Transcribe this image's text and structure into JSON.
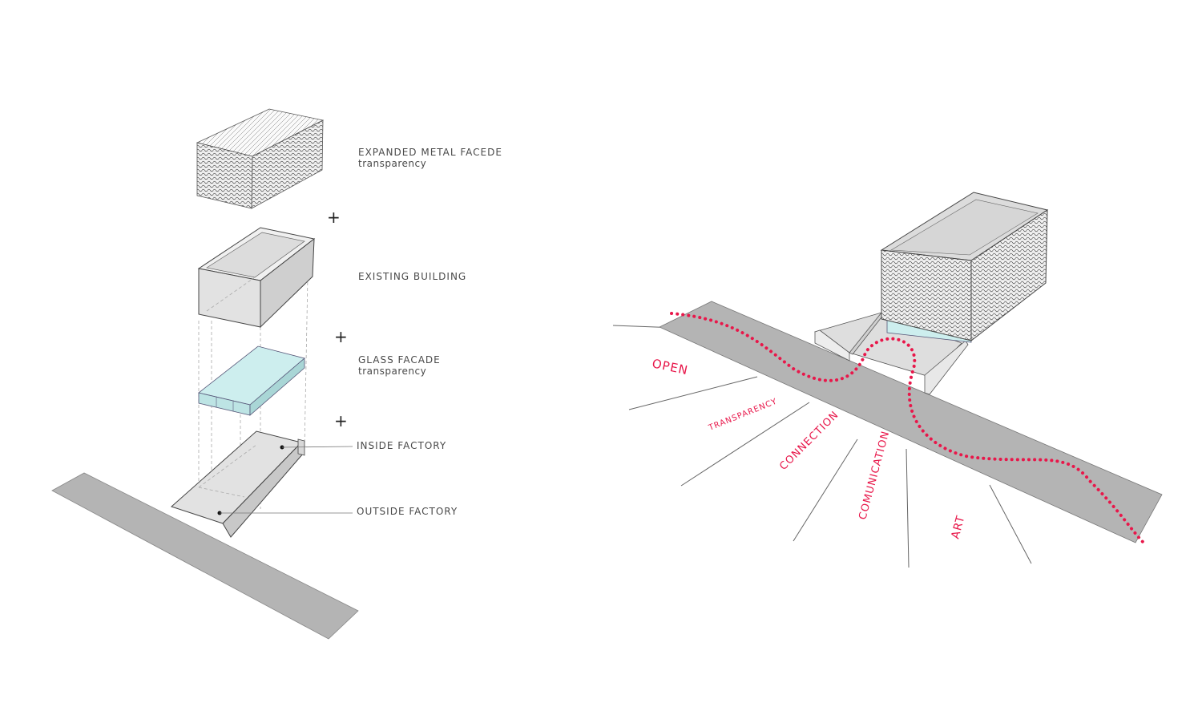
{
  "exploded_diagram": {
    "layers": [
      {
        "id": "metal",
        "title": "EXPANDED METAL FACEDE",
        "subtitle": "transparency"
      },
      {
        "id": "existing",
        "title": "EXISTING BUILDING",
        "subtitle": ""
      },
      {
        "id": "glass",
        "title": "GLASS FACADE",
        "subtitle": "transparency"
      }
    ],
    "plus_sign": "+",
    "callouts": [
      {
        "id": "inside",
        "label": "INSIDE FACTORY"
      },
      {
        "id": "outside",
        "label": "OUTSIDE FACTORY"
      }
    ]
  },
  "concept_diagram": {
    "keywords": [
      "OPEN",
      "TRANSPARENCY",
      "CONNECTION",
      "COMUNICATION",
      "ART"
    ],
    "path_color": "#e8174a"
  },
  "colors": {
    "ground": "#b4b4b4",
    "building": "#e2e2e2",
    "glass": "#cdeeee",
    "accent": "#e8174a"
  }
}
